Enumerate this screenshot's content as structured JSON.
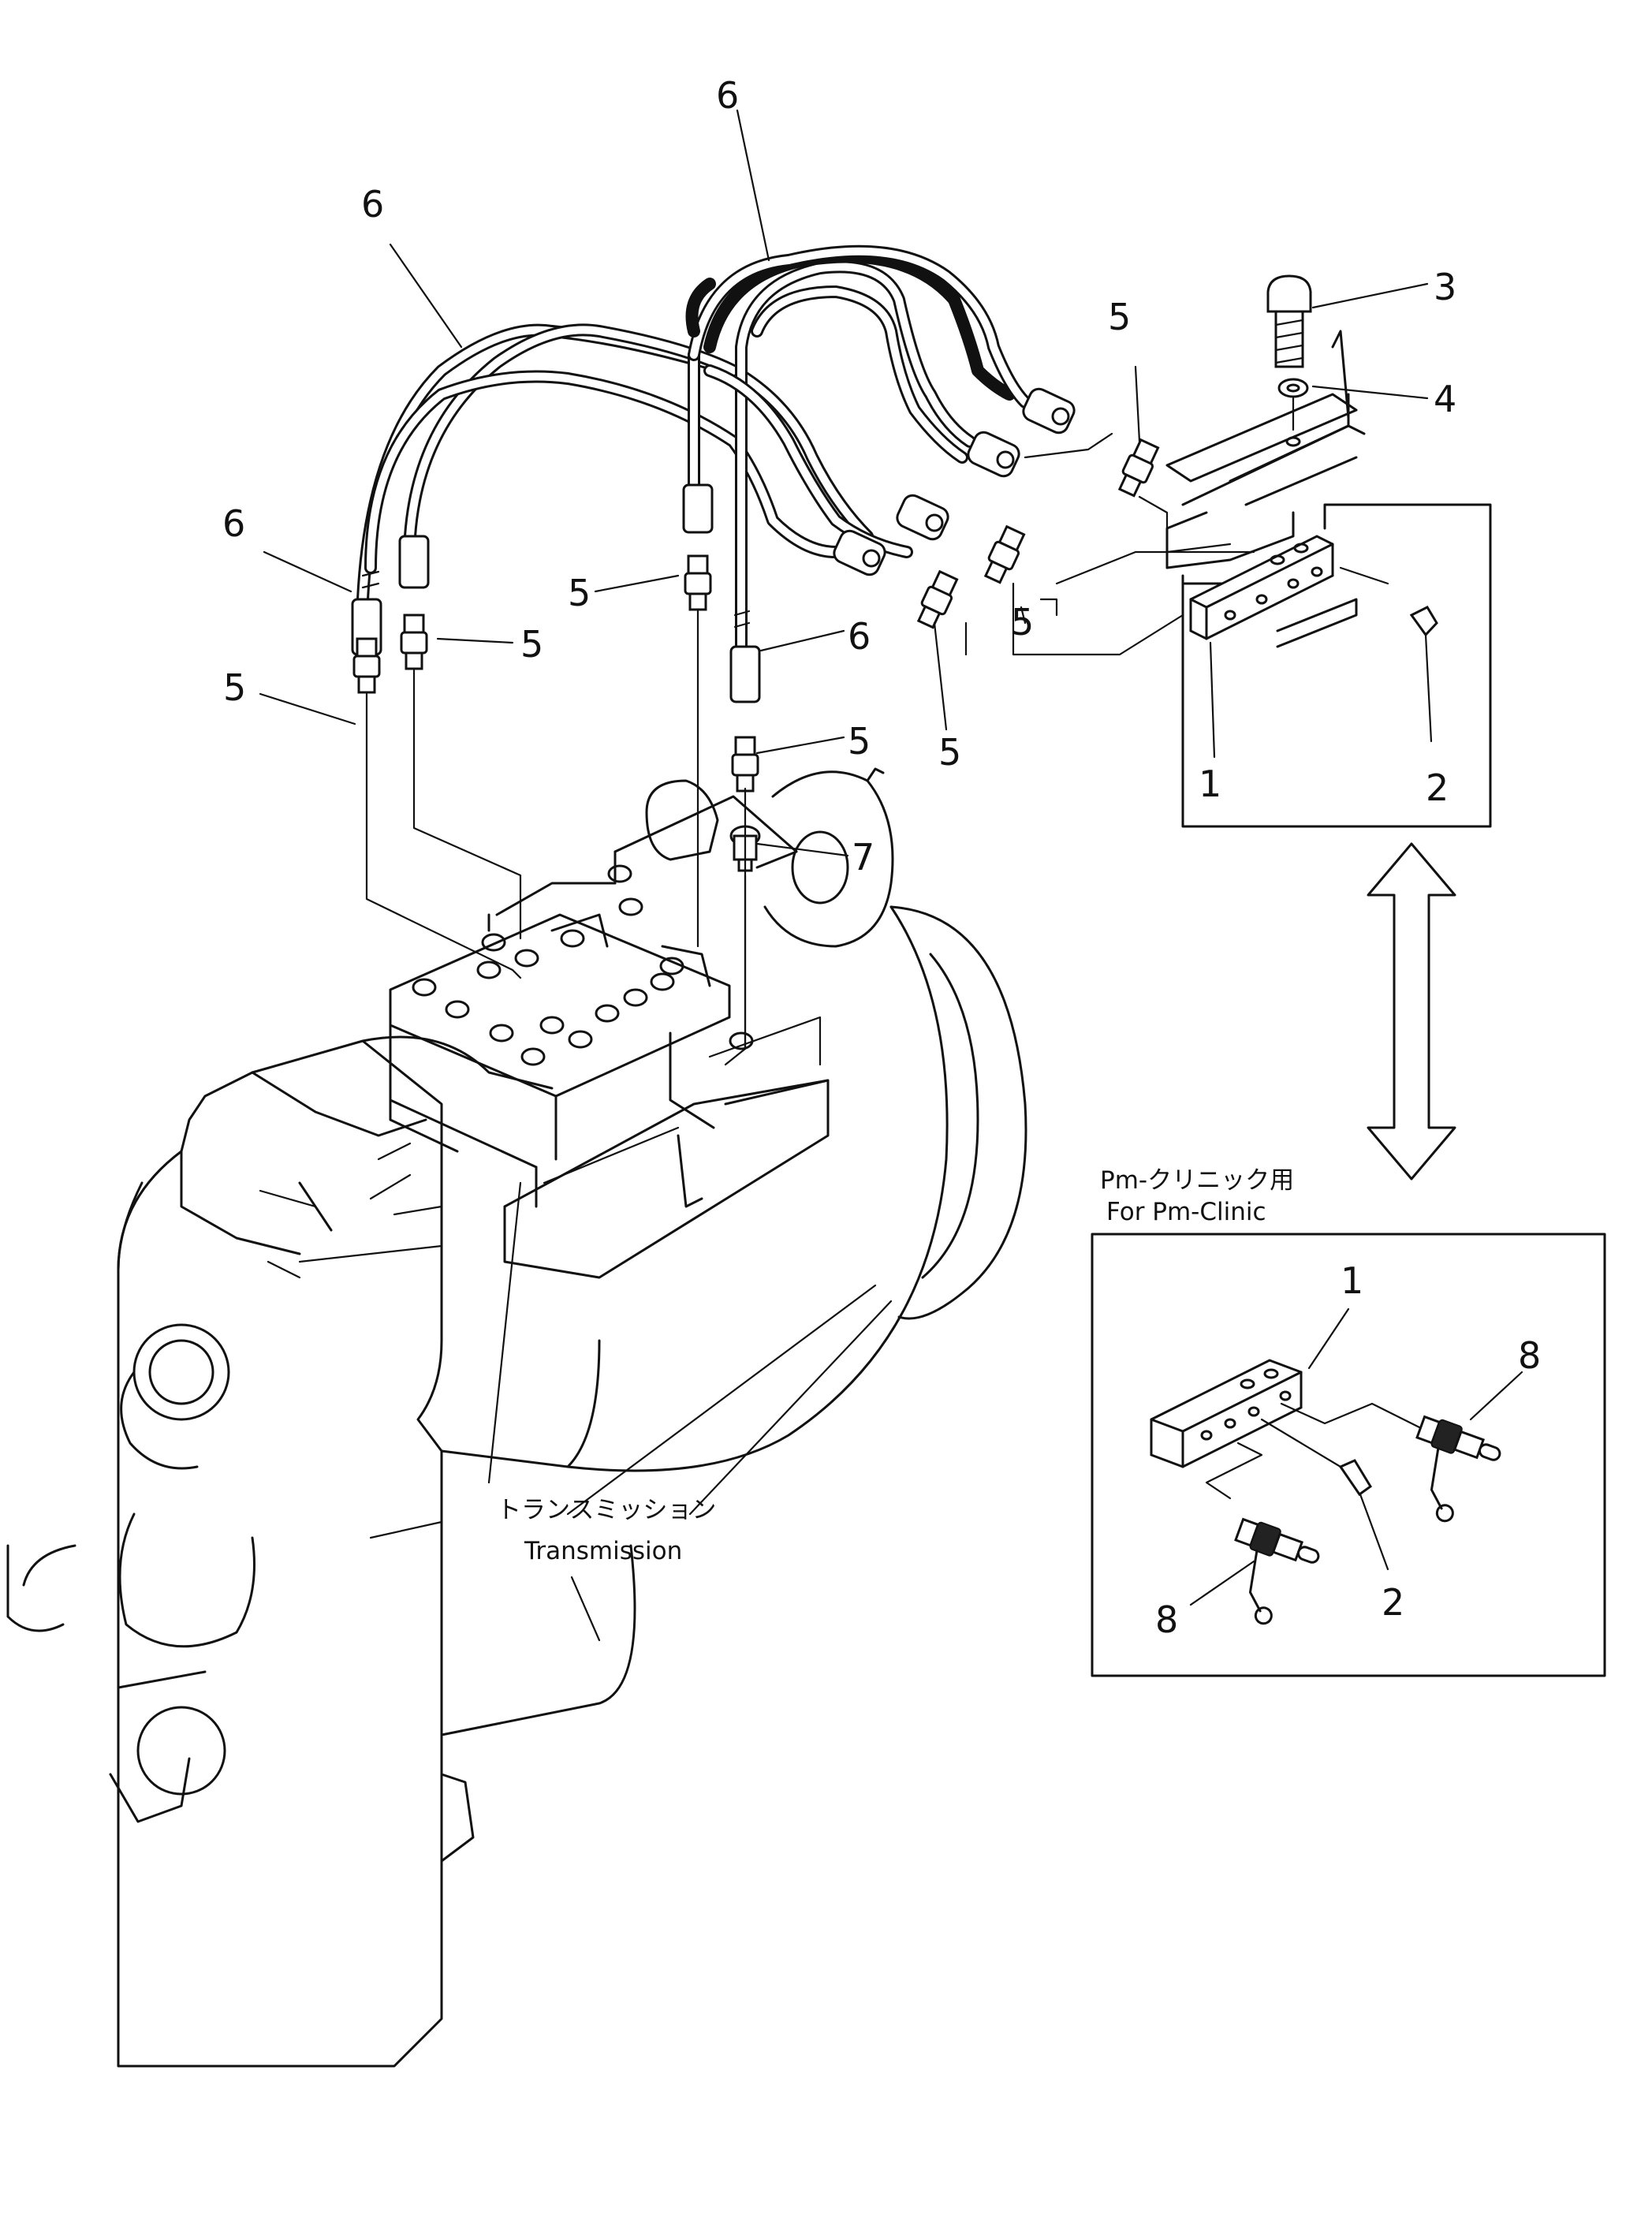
{
  "callouts": {
    "c1": "1",
    "c2": "2",
    "c3": "3",
    "c4": "4",
    "c5": "5",
    "c6": "6",
    "c7": "7",
    "c8": "8"
  },
  "captions": {
    "pm_clinic_jp": "Pm-クリニック用",
    "pm_clinic_en": "For Pm-Clinic",
    "transmission_jp": "トランスミッション",
    "transmission_en": "Transmission"
  }
}
